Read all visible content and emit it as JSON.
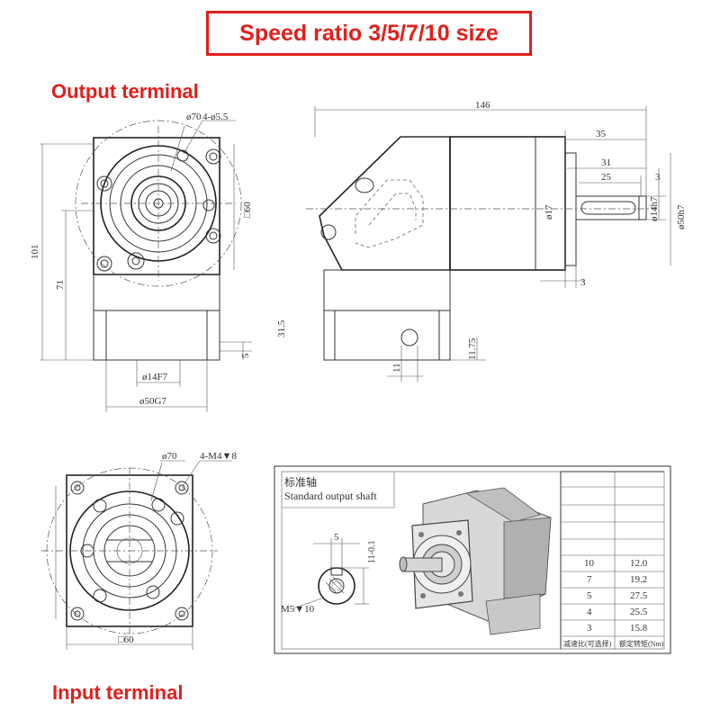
{
  "header": {
    "title": "Speed ratio 3/5/7/10 size"
  },
  "labels": {
    "output_terminal": "Output terminal",
    "input_terminal": "Input terminal"
  },
  "dimensions": {
    "front_view": {
      "d70": "ø70",
      "holes": "4-ø5.5",
      "square": "□60",
      "h101": "101",
      "h71": "71",
      "h31_5": "31.5",
      "d5": "5",
      "d14f7": "ø14F7",
      "d50g7": "ø50G7"
    },
    "side_view": {
      "l146": "146",
      "l35": "35",
      "l31": "31",
      "l25": "25",
      "l3a": "3",
      "d17": "ø17",
      "d14h7": "ø14h7",
      "d50h7": "ø50h7",
      "l3b": "3",
      "l11": "11",
      "l11_75": "11.75"
    },
    "input_view": {
      "d70": "ø70",
      "holes": "4-M4▼8",
      "square": "□60"
    }
  },
  "shaft_detail": {
    "title_cn": "标准轴",
    "title_en": "Standard output shaft",
    "dim5": "5",
    "dim11": "11-0.1",
    "thread": "M5▼10"
  },
  "ratio_table": {
    "header_ratio": "减速比(可选择)",
    "header_torque": "额定转矩(Nm)",
    "rows": [
      {
        "ratio": "10",
        "torque": "12.0"
      },
      {
        "ratio": "7",
        "torque": "19.2"
      },
      {
        "ratio": "5",
        "torque": "27.5"
      },
      {
        "ratio": "4",
        "torque": "25.5"
      },
      {
        "ratio": "3",
        "torque": "15.8"
      }
    ]
  },
  "colors": {
    "accent": "#e1201c",
    "line": "#333333"
  }
}
